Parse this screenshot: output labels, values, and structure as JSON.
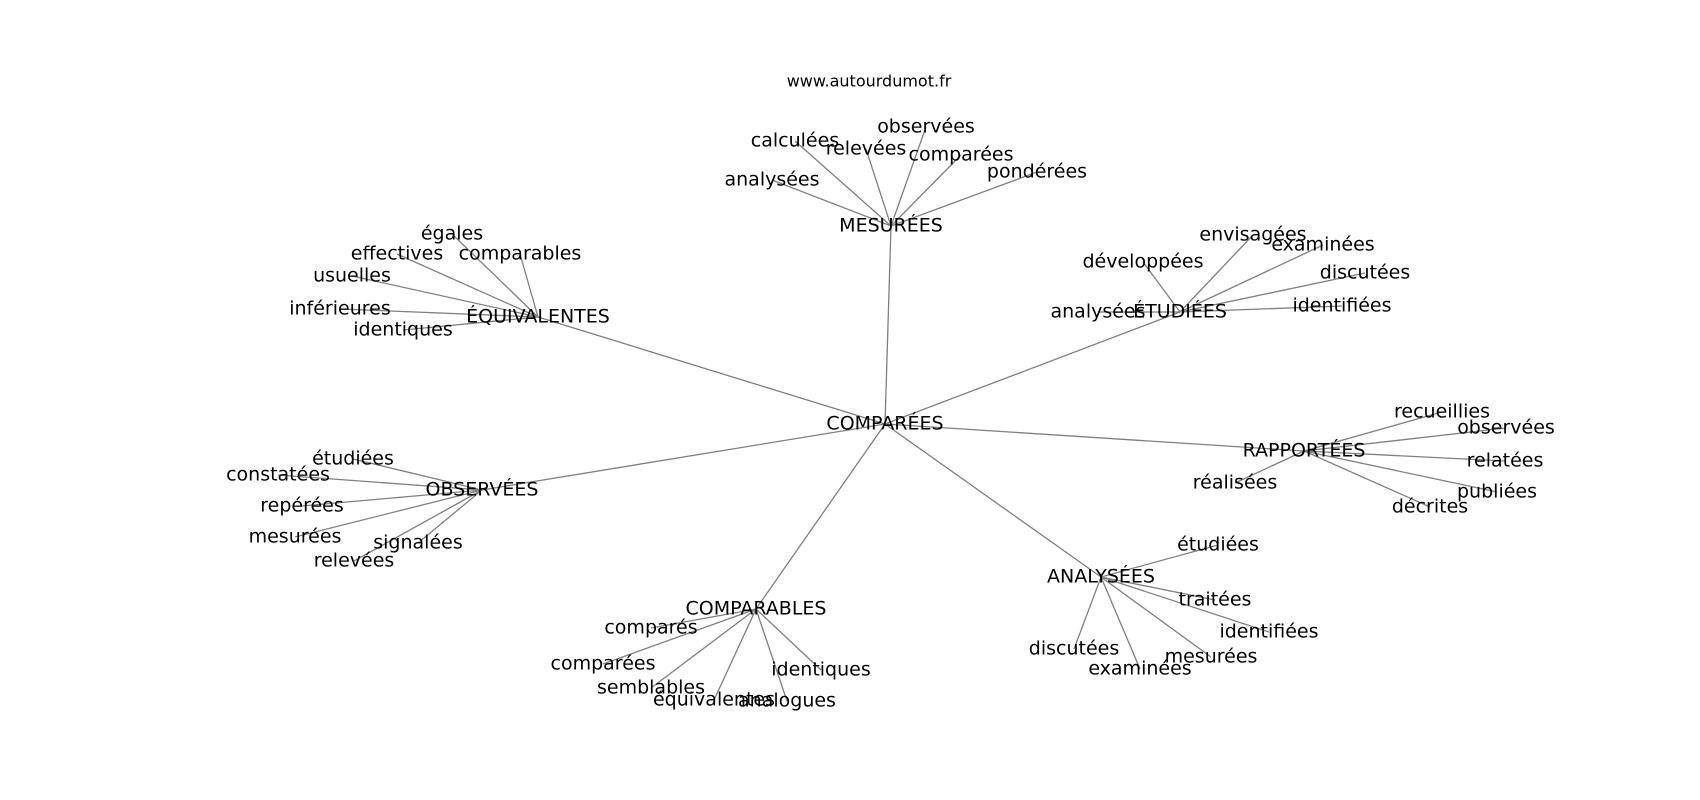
{
  "title": "www.autourdumot.fr",
  "center": {
    "id": "center",
    "label": "COMPARÉES"
  },
  "hubs": [
    {
      "id": "mesurees",
      "label": "MESURÉES",
      "children": [
        "calculées",
        "relevées",
        "observées",
        "comparées",
        "pondérées",
        "analysées"
      ]
    },
    {
      "id": "equivalentes",
      "label": "ÉQUIVALENTES",
      "children": [
        "égales",
        "effectives",
        "comparables",
        "usuelles",
        "inférieures",
        "identiques"
      ]
    },
    {
      "id": "etudiees",
      "label": "ÉTUDIÉES",
      "children": [
        "envisagées",
        "développées",
        "examinées",
        "discutées",
        "identifiées",
        "analysées"
      ]
    },
    {
      "id": "rapportees",
      "label": "RAPPORTÉES",
      "children": [
        "recueillies",
        "observées",
        "relatées",
        "publiées",
        "décrites",
        "réalisées"
      ]
    },
    {
      "id": "observees",
      "label": "OBSERVÉES",
      "children": [
        "étudiées",
        "constatées",
        "repérées",
        "mesurées",
        "signalées",
        "relevées"
      ]
    },
    {
      "id": "analysees",
      "label": "ANALYSÉES",
      "children": [
        "étudiées",
        "traitées",
        "identifiées",
        "mesurées",
        "examinées",
        "discutées"
      ]
    },
    {
      "id": "comparables",
      "label": "COMPARABLES",
      "children": [
        "comparés",
        "comparées",
        "semblables",
        "équivalentes",
        "analogues",
        "identiques"
      ]
    }
  ]
}
